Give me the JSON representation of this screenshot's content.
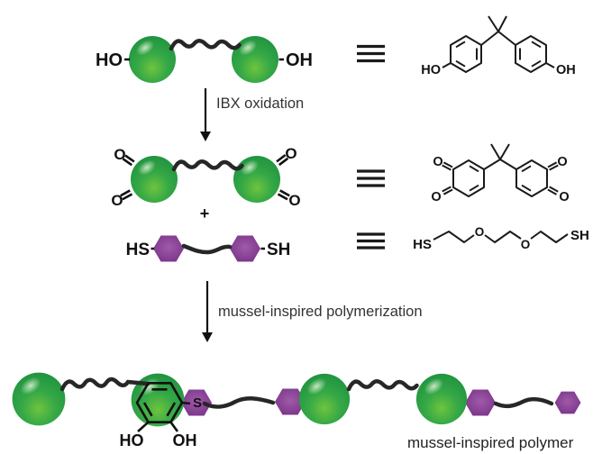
{
  "colors": {
    "sphere_green_light": "#6ec43e",
    "sphere_green_mid": "#35a846",
    "sphere_green_dark": "#1e9140",
    "hexagon_purple_light": "#a05aa8",
    "hexagon_purple_mid": "#874194",
    "hexagon_purple_dark": "#6e2b7d",
    "bond_line": "#272727",
    "text": "#111111",
    "background": "#ffffff"
  },
  "atoms": {
    "HO": "HO",
    "OH": "OH",
    "O": "O",
    "HS": "HS",
    "SH": "SH",
    "S": "S"
  },
  "scheme": {
    "step1_label": "IBX oxidation",
    "step2_label": "mussel-inspired polymerization",
    "plus_sign": "+",
    "product_label": "mussel-inspired polymer"
  }
}
